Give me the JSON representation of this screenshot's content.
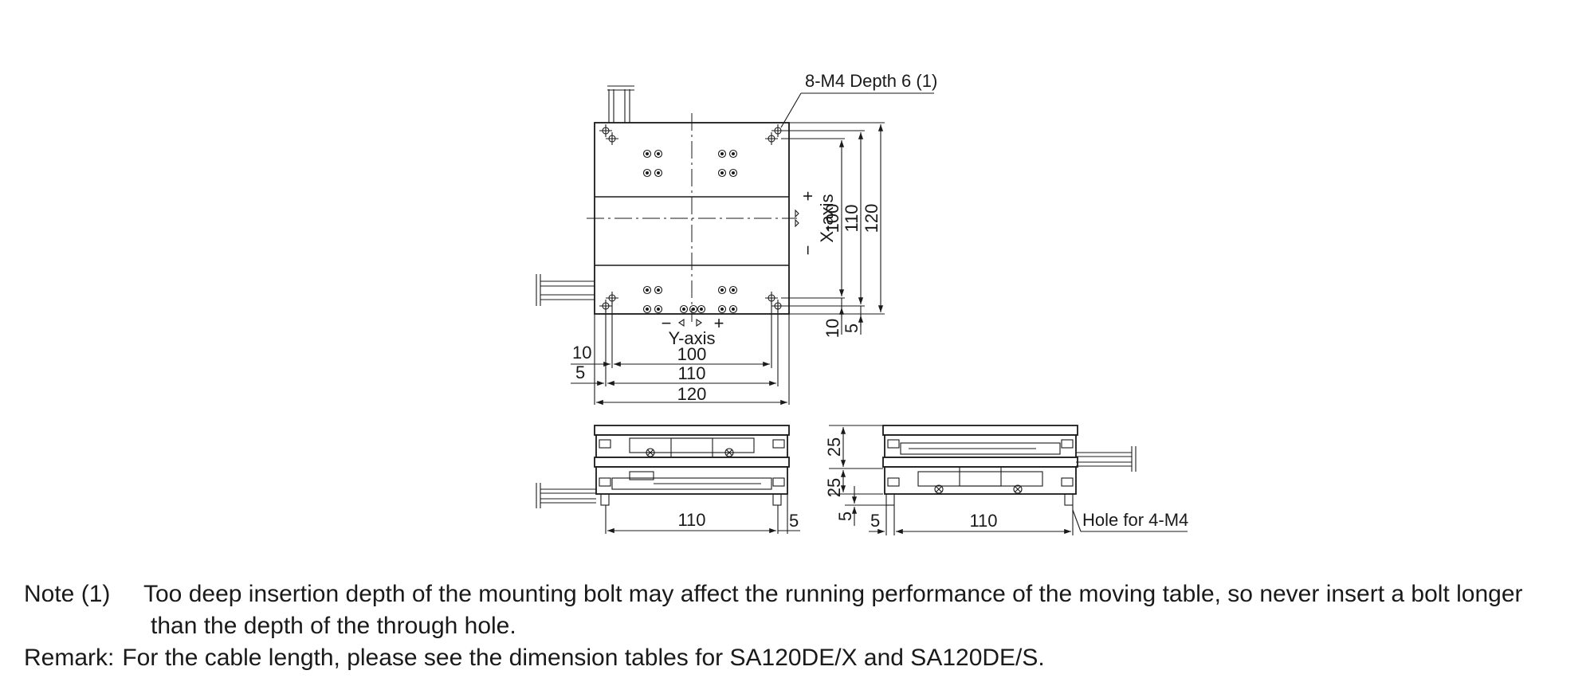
{
  "callouts": {
    "mount_holes": "8-M4 Depth 6 (1)",
    "hole_bottom": "Hole for 4-M4"
  },
  "axes": {
    "x_axis": "X-axis",
    "y_axis": "Y-axis",
    "minus": "−",
    "plus": "+"
  },
  "dimensions": {
    "d10": "10",
    "d5": "5",
    "d100": "100",
    "d110": "110",
    "d120": "120",
    "d25": "25"
  },
  "notes": {
    "note_label": "Note (1)",
    "note_line1": "Too deep insertion depth of the mounting bolt may affect the running performance of the moving table, so never insert a bolt longer",
    "note_line2": "than the depth of the through hole.",
    "remark_label": "Remark:",
    "remark_text": "For the cable length, please see the dimension tables for SA120DE/X and SA120DE/S."
  }
}
